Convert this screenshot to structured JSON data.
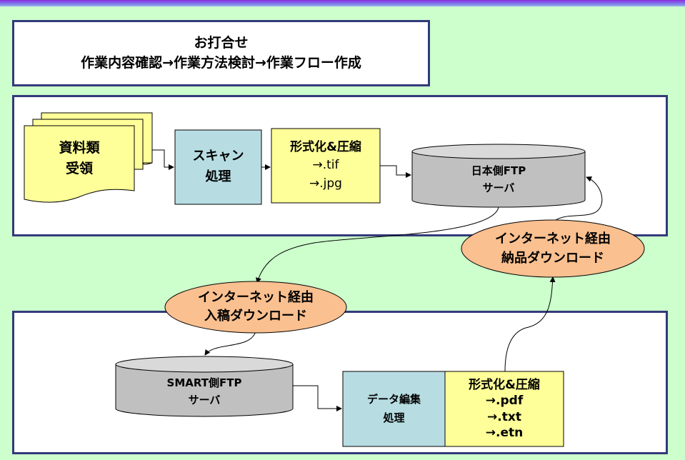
{
  "header": {
    "meeting_title": "お打合せ",
    "meeting_flow": "作業内容確認→作業方法検討→作業フロー作成"
  },
  "japan_side": {
    "documents": {
      "line1": "資料類",
      "line2": "受領"
    },
    "scan": {
      "line1": "スキャン",
      "line2": "処理"
    },
    "format": {
      "line1": "形式化&圧縮",
      "line2": "→.tif",
      "line3": "→.jpg"
    },
    "ftp_server": {
      "line1": "日本側FTP",
      "line2": "サーバ"
    }
  },
  "transfers": {
    "upload": {
      "line1": "インターネット経由",
      "line2": "入稿ダウンロード"
    },
    "delivery": {
      "line1": "インターネット経由",
      "line2": "納品ダウンロード"
    }
  },
  "smart_side": {
    "ftp_server": {
      "line1": "SMART側FTP",
      "line2": "サーバ"
    },
    "data_edit": {
      "line1": "データ編集",
      "line2": "処理"
    },
    "format": {
      "line1": "形式化&圧縮",
      "line2": "→.pdf",
      "line3": "→.txt",
      "line4": "→.etn"
    }
  },
  "colors": {
    "background": "#ccffcc",
    "panel_border": "#333a7a",
    "yellow_box": "#ffff99",
    "blue_box": "#b7dde3",
    "orange_ellipse": "#fac090",
    "cylinder": "#c0c0c0"
  }
}
